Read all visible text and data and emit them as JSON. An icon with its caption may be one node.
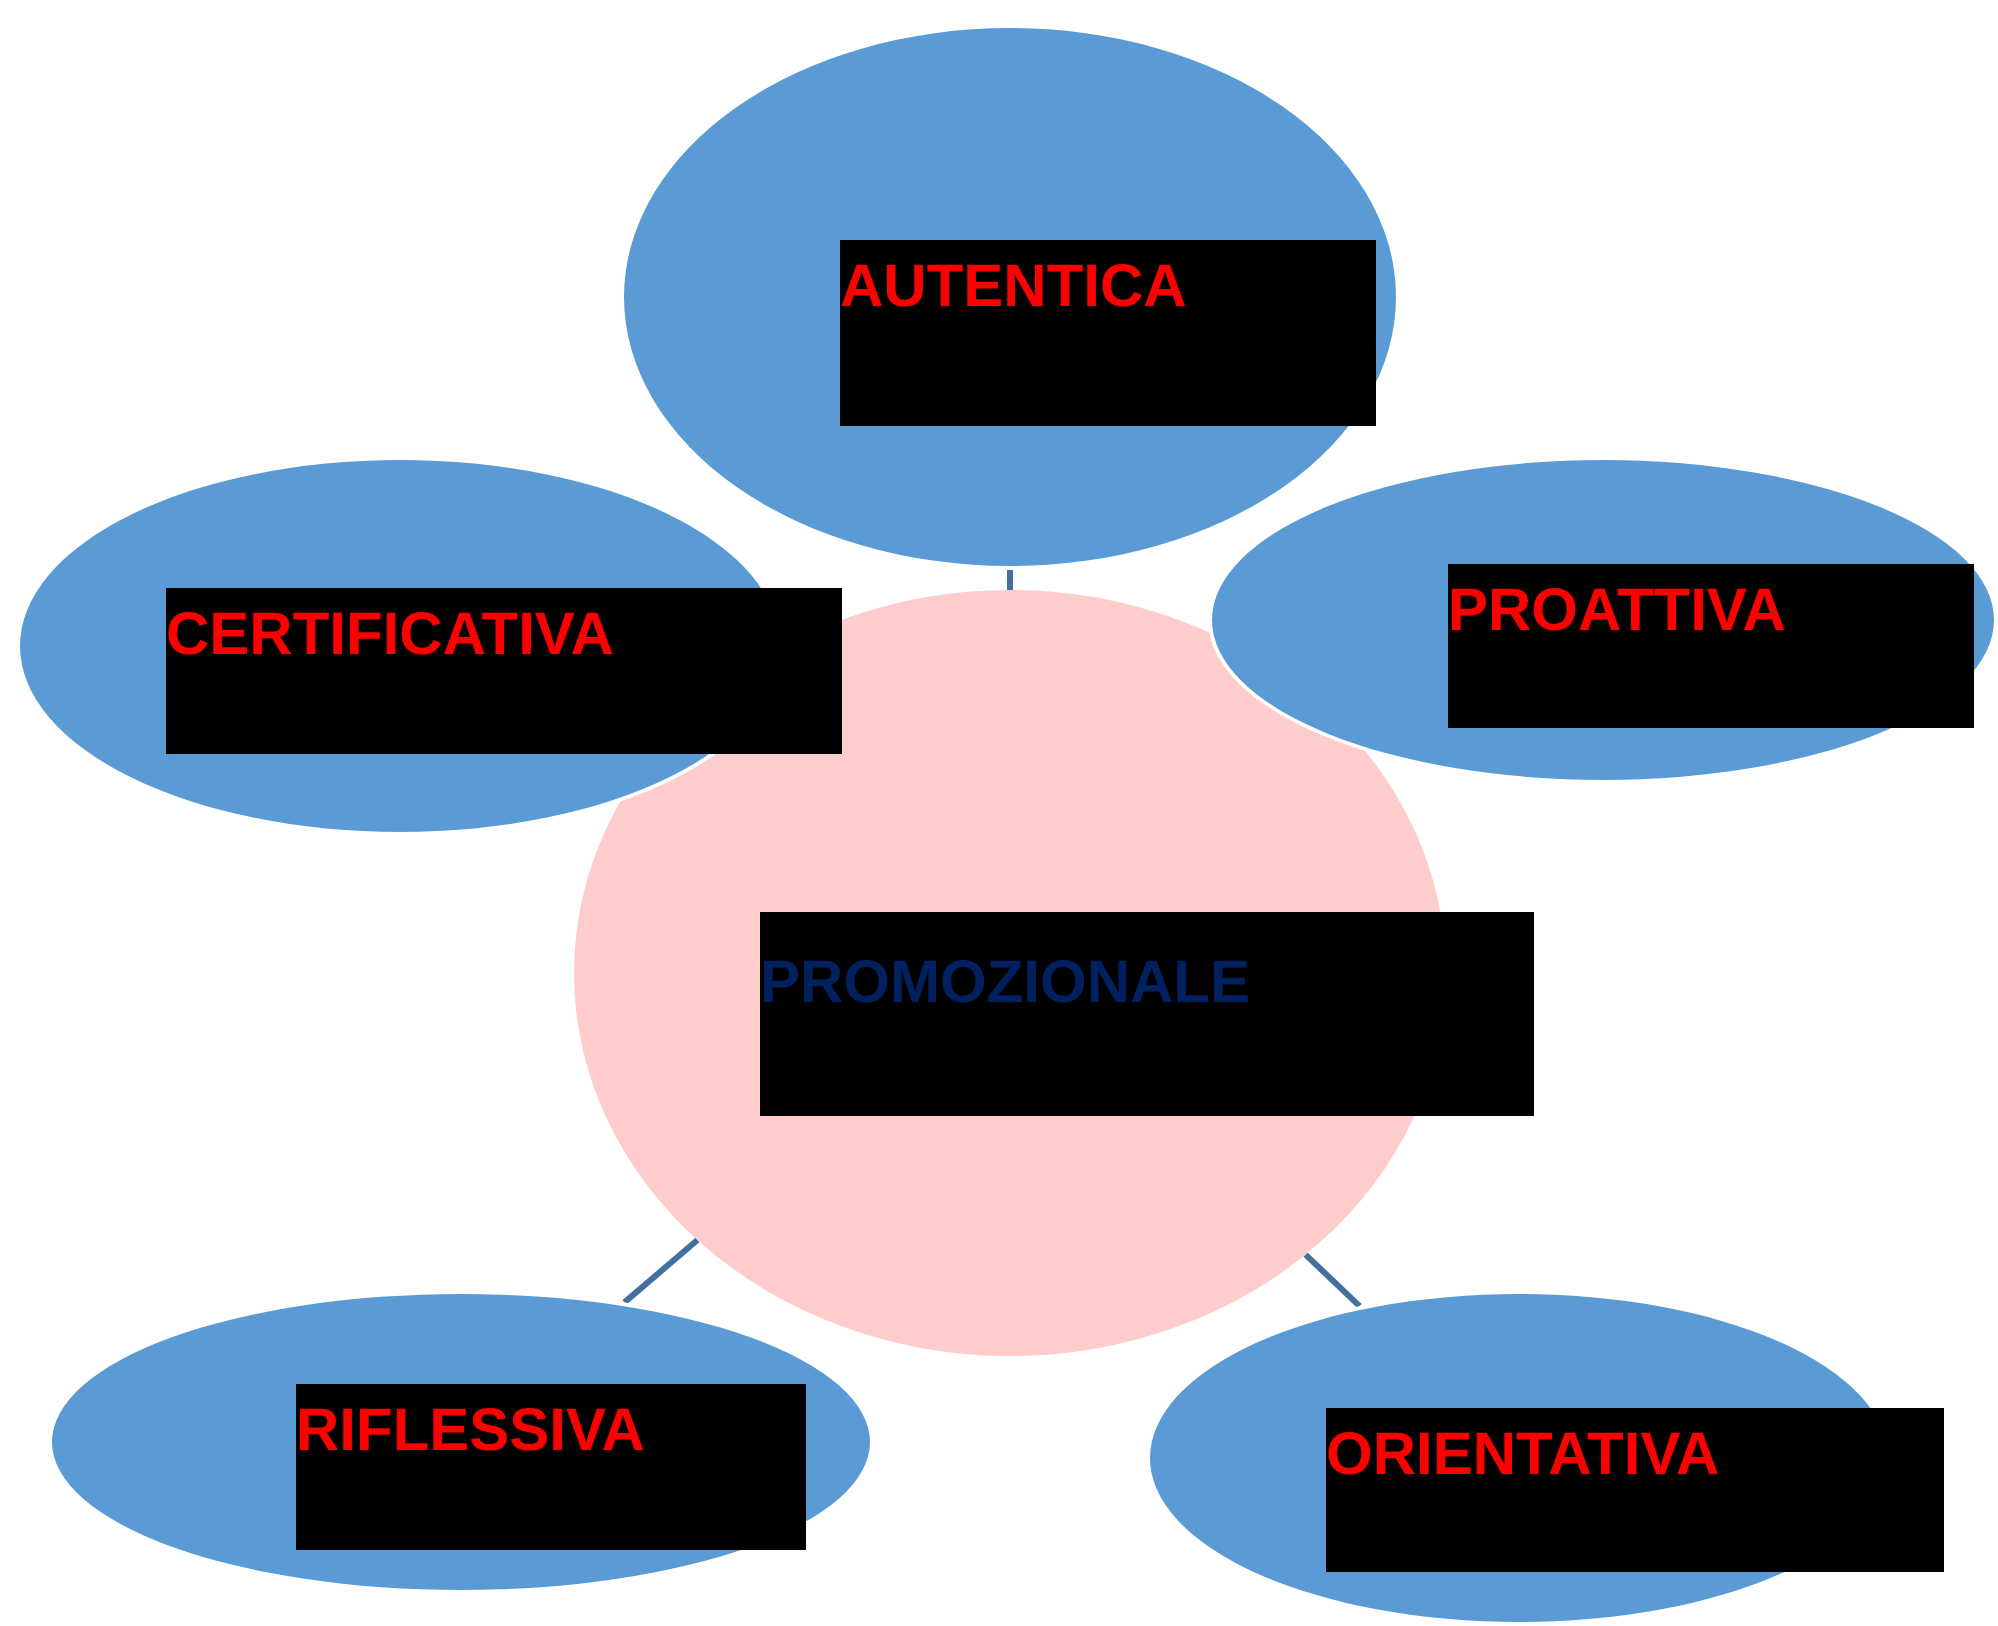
{
  "diagram": {
    "nodes": [
      {
        "text": [
          "AUTENTICA"
        ]
      },
      {
        "text": [
          "CERTIFICATIVA"
        ]
      },
      {
        "text": [
          "PROATTIVA"
        ]
      },
      {
        "text": [
          "PROMOZIONALE"
        ]
      },
      {
        "text": [
          "RIFLESSIVA"
        ]
      },
      {
        "text": [
          "ORIENTATIVA"
        ]
      }
    ],
    "edges": [
      {
        "from": 3,
        "to": 0,
        "arrow": "none"
      },
      {
        "from": 3,
        "to": 4,
        "arrow": "none"
      },
      {
        "from": 3,
        "to": 5,
        "arrow": "none"
      }
    ]
  }
}
